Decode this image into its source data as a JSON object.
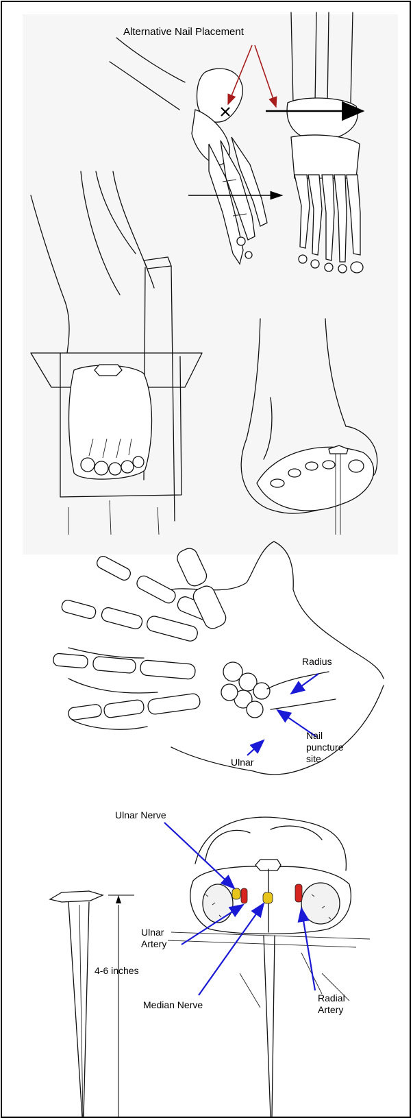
{
  "labels": {
    "alternative_nail": "Alternative Nail Placement",
    "radius": "Radius",
    "nail_puncture_site": "Nail puncture site",
    "ulnar": "Ulnar",
    "ulnar_nerve": "Ulnar Nerve",
    "ulnar_artery": "Ulnar Artery",
    "median_nerve": "Median Nerve",
    "radial_artery": "Radial Artery",
    "nail_length": "4-6 inches"
  },
  "colors": {
    "arrow_red": "#a81c1c",
    "arrow_blue": "#1a1ad6",
    "nerve_yellow": "#e8c51a",
    "artery_red": "#d6241e",
    "panel_grey": "#f6f6f6"
  }
}
